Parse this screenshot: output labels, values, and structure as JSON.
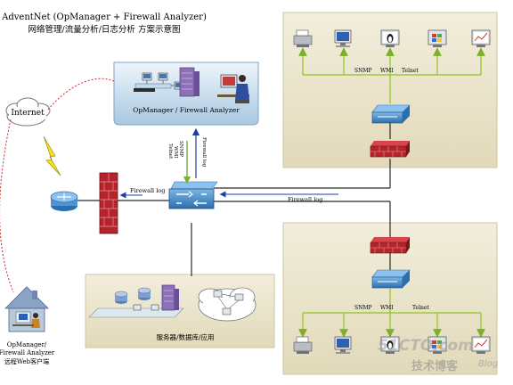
{
  "title": {
    "line1": "AdventNet (OpManager + Firewall Analyzer)",
    "line2": "网络管理/流量分析/日志分析 方案示意图"
  },
  "internet_label": "Internet",
  "central_server": {
    "label": "OpManager / Firewall Analyzer"
  },
  "links": {
    "snmp": "SNMP",
    "wmi": "WMI",
    "telnet": "Telnet",
    "firewall_log": "Firewall log"
  },
  "top_site": {
    "protocols": [
      "SNMP",
      "WMI",
      "Telnet"
    ]
  },
  "bottom_site": {
    "protocols": [
      "SNMP",
      "WMI",
      "Telnet"
    ]
  },
  "remote_client": {
    "line1": "OpManager/",
    "line2": "Firewall Analyzer",
    "line3": "远程Web客户端"
  },
  "server_zone": {
    "label": "服务器/数据库/应用"
  },
  "watermark": {
    "site": "51CTO.com",
    "blog_cn": "技术博客",
    "blog": "Blog"
  },
  "colors": {
    "panel_fill": "#ece6cf",
    "link_green": "#9ec93a",
    "link_blue": "#1f3fa8",
    "switch_blue": "#3f86c8",
    "firewall_red": "#b5232b"
  }
}
